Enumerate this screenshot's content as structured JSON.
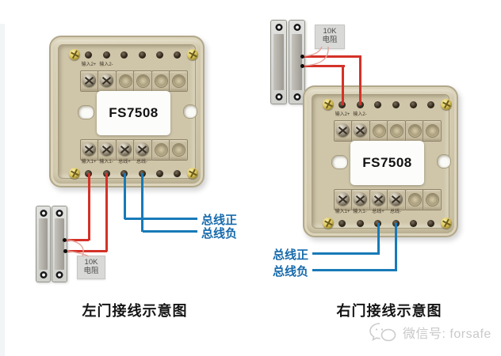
{
  "module": {
    "model_label": "FS7508",
    "top_terminal_labels": [
      "输入2+",
      "输入2-"
    ],
    "bottom_terminal_labels": [
      "输入1+",
      "输入1-",
      "总线+",
      "总线-"
    ]
  },
  "left_diagram": {
    "caption": "左门接线示意图",
    "resistor_note": {
      "line1": "10K",
      "line2": "电阻"
    },
    "bus_positive": "总线正",
    "bus_negative": "总线负"
  },
  "right_diagram": {
    "caption": "右门接线示意图",
    "resistor_note": {
      "line1": "10K",
      "line2": "电阻"
    },
    "bus_positive": "总线正",
    "bus_negative": "总线负"
  },
  "watermark": {
    "label": "微信号: forsafe"
  },
  "colors": {
    "wire_red": "#d43229",
    "wire_blue": "#187ab8",
    "bus_label_blue": "#176aab",
    "module_shell_beige": "#d6cdb2",
    "resistor_pointer_pink": "#e2a69c"
  }
}
